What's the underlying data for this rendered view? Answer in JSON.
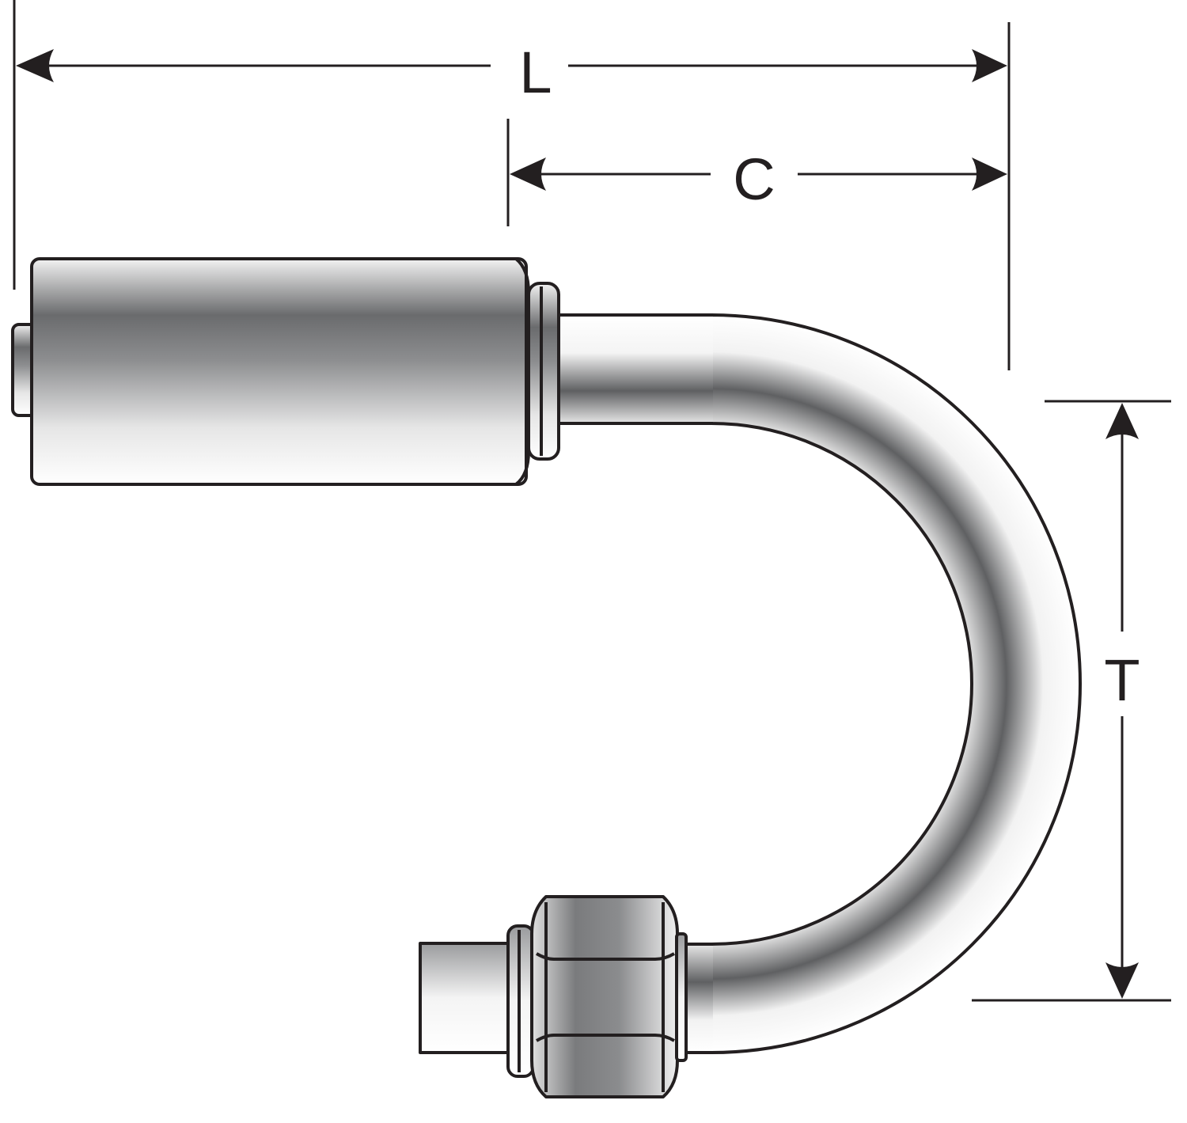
{
  "dimensions": {
    "length_label": "L",
    "center_label": "C",
    "height_label": "T"
  }
}
